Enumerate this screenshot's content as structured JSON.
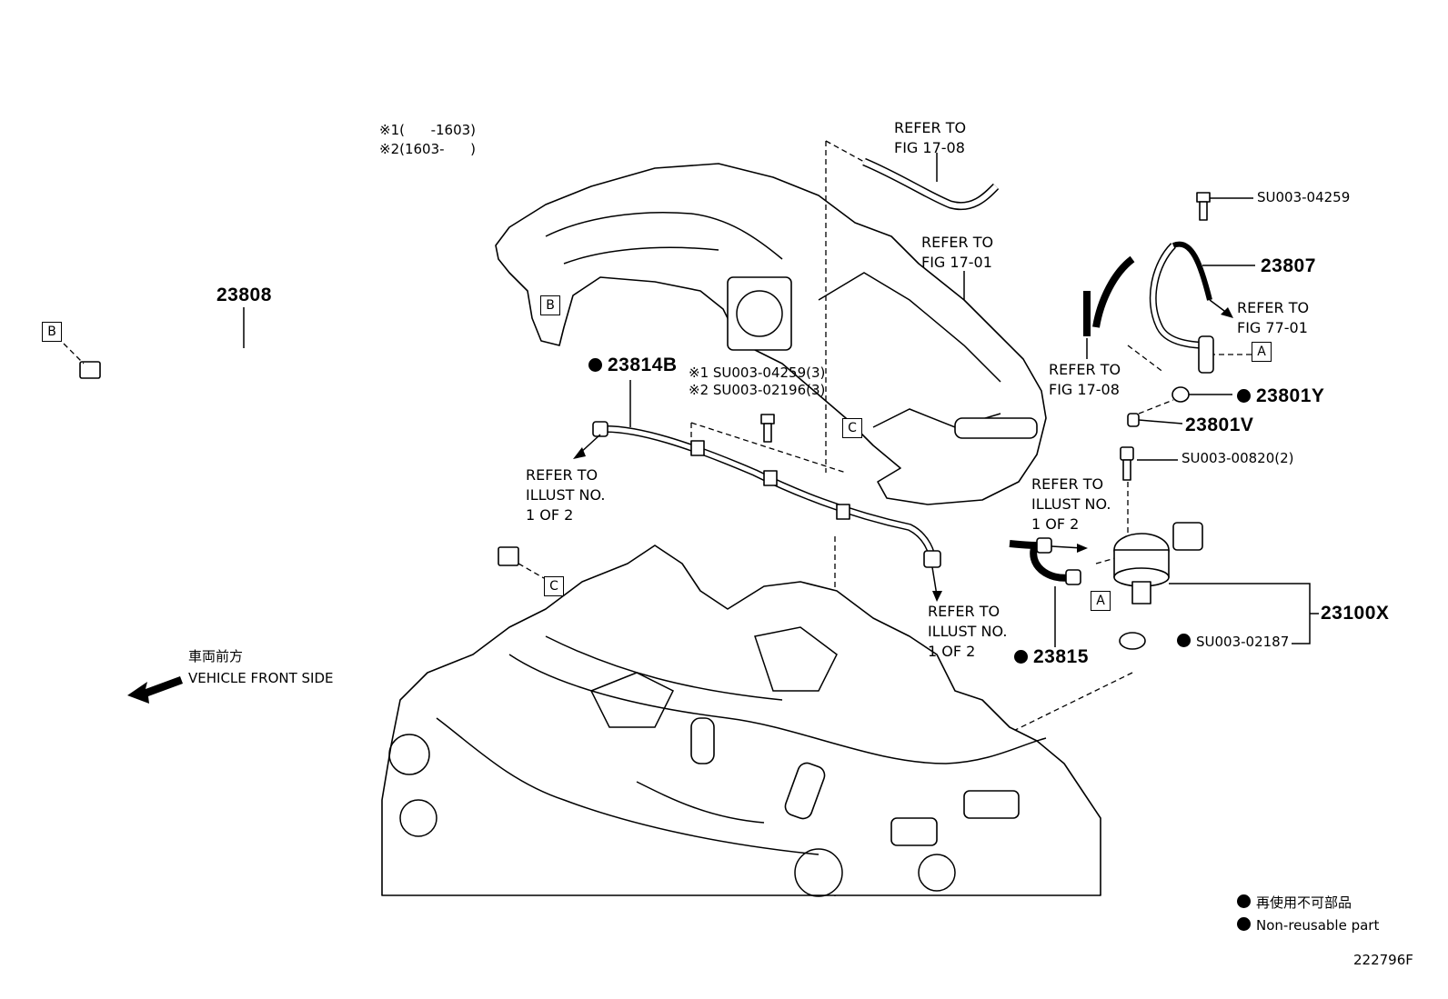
{
  "notes": {
    "line1": "※1(      -1603)",
    "line2": "※2(1603-      )"
  },
  "refs": {
    "fig1708_top": "REFER TO\nFIG 17-08",
    "fig1701": "REFER TO\nFIG 17-01",
    "fig7701": "REFER TO\nFIG 77-01",
    "fig1708_mid": "REFER TO\nFIG 17-08",
    "illust_left": "REFER TO\nILLUST NO.\n1 OF 2",
    "illust_right": "REFER TO\nILLUST NO.\n1 OF 2",
    "illust_center": "REFER TO\nILLUST NO.\n1 OF 2"
  },
  "parts": {
    "p23808": "23808",
    "p23814B": "23814B",
    "su_bolt_1": "※1 SU003-04259(3)",
    "su_bolt_2": "※2 SU003-02196(3)",
    "su04259": "SU003-04259",
    "p23807": "23807",
    "p23801Y": "23801Y",
    "p23801V": "23801V",
    "su00820": "SU003-00820(2)",
    "p23100X": "23100X",
    "su02187": "SU003-02187",
    "p23815": "23815"
  },
  "boxes": {
    "b_left": "B",
    "b_manifold": "B",
    "c_hose": "C",
    "c_manifold": "C",
    "a_top": "A",
    "a_bottom": "A"
  },
  "direction": {
    "jp": "車両前方",
    "en": "VEHICLE FRONT SIDE"
  },
  "legend": {
    "jp": "再使用不可部品",
    "en": "Non-reusable part"
  },
  "figure_id": "222796F"
}
